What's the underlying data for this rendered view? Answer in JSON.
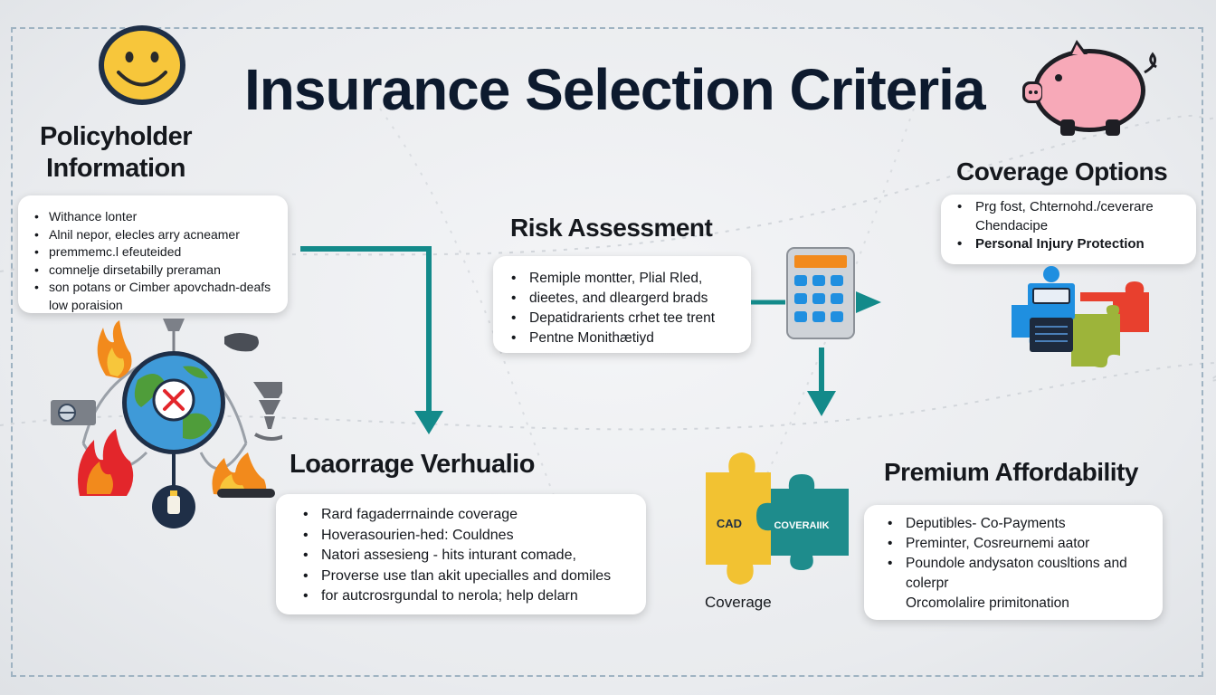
{
  "title": "Insurance Selection Criteria",
  "sections": {
    "policyholder": {
      "title_line1": "Policyholder",
      "title_line2": "Information",
      "items": [
        "Withance lonter",
        "Alnil nepor, elecles arry acneamer",
        "premmemc.l efeuteided",
        "comnelje dirsetabilly preraman",
        "son potans or Cimber apovchadn-deafs",
        "low poraision"
      ]
    },
    "risk": {
      "title": "Risk Assessment",
      "items": [
        "Remiple montter,  Plial Rled,",
        "dieetes, and dleargerd brads",
        "Depatidrarients crhet tee trent",
        "Pentne Monithætiyd"
      ]
    },
    "coverage_options": {
      "title": "Coverage Options",
      "items": [
        "Prg fost, Chternohd./ceverare",
        "Chendacipe",
        "Personal Injury Protection"
      ]
    },
    "leverage": {
      "title": "Loaorrage Verhualio",
      "items": [
        "Rard fagaderrnainde coverage",
        "Hoverasourien-hed: Couldnes",
        "Natori assesieng - hits inturant comade,",
        "Proverse use tlan akit upecialles and domiles",
        "for autcrosrgundal to nerola; help delarn"
      ]
    },
    "premium": {
      "title": "Premium Affordability",
      "items": [
        "Deputibles- Co-Payments",
        "Preminter, Cosreurnemi aator",
        "Poundole andysaton cousltions and",
        "colerpr",
        "Orcomolalire primitonation"
      ]
    }
  },
  "puzzle": {
    "left_text": "CAD",
    "right_text": "COVERAIIK",
    "caption": "Coverage"
  },
  "colors": {
    "arrow": "#138a8a",
    "title": "#0d1a2e",
    "smiley": "#f7c63b",
    "piggy": "#f7a9b8",
    "puzzle_yellow": "#f2c232",
    "puzzle_teal": "#1e8c8c"
  }
}
